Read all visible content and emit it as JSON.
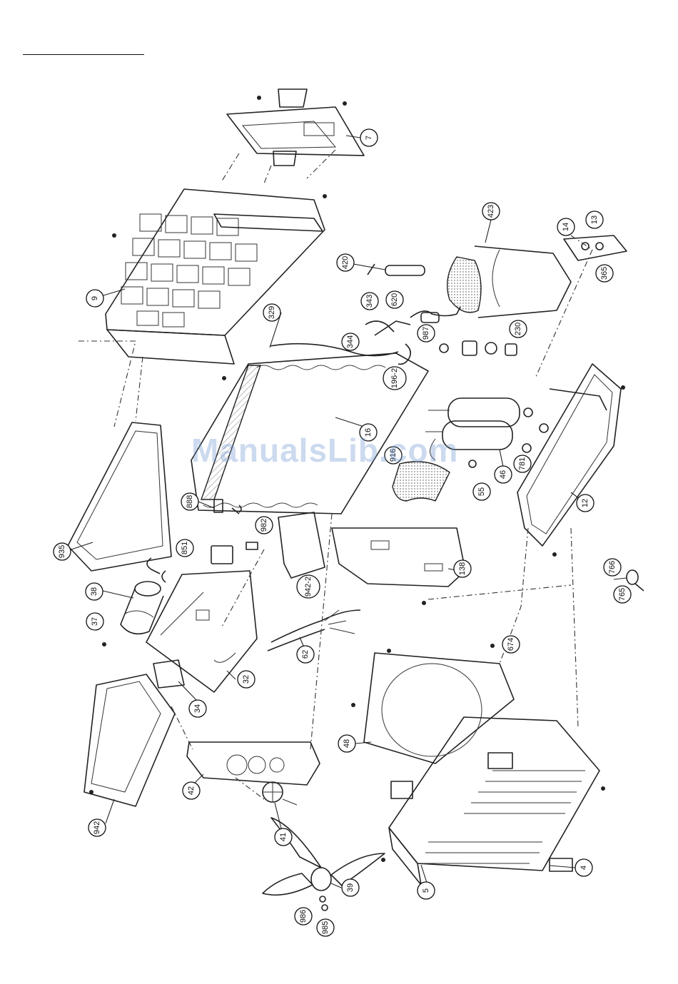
{
  "watermark": "ManualsLib.com",
  "callouts": [
    {
      "label": "7",
      "rot": -90
    },
    {
      "label": "9",
      "rot": -90
    },
    {
      "label": "423",
      "rot": -90
    },
    {
      "label": "14",
      "rot": -90
    },
    {
      "label": "13",
      "rot": -90
    },
    {
      "label": "365",
      "rot": -90
    },
    {
      "label": "420",
      "rot": -90
    },
    {
      "label": "343",
      "rot": -90
    },
    {
      "label": "620",
      "rot": -90
    },
    {
      "label": "329",
      "rot": -90
    },
    {
      "label": "344",
      "rot": -90
    },
    {
      "label": "987",
      "rot": -90
    },
    {
      "label": "230",
      "rot": -90
    },
    {
      "label": "196-2",
      "rot": -90
    },
    {
      "label": "16",
      "rot": -90
    },
    {
      "label": "916",
      "rot": -90
    },
    {
      "label": "46",
      "rot": -90
    },
    {
      "label": "781",
      "rot": -90
    },
    {
      "label": "55",
      "rot": -90
    },
    {
      "label": "12",
      "rot": -90
    },
    {
      "label": "935",
      "rot": -90
    },
    {
      "label": "888",
      "rot": -90
    },
    {
      "label": "982",
      "rot": -90
    },
    {
      "label": "851",
      "rot": -90
    },
    {
      "label": "942-2",
      "rot": -90
    },
    {
      "label": "138",
      "rot": -90
    },
    {
      "label": "766",
      "rot": -90
    },
    {
      "label": "765",
      "rot": -90
    },
    {
      "label": "38",
      "rot": -90
    },
    {
      "label": "37",
      "rot": -90
    },
    {
      "label": "62",
      "rot": -90
    },
    {
      "label": "674",
      "rot": -90
    },
    {
      "label": "32",
      "rot": -90
    },
    {
      "label": "34",
      "rot": -90
    },
    {
      "label": "48",
      "rot": -90
    },
    {
      "label": "942",
      "rot": -90
    },
    {
      "label": "42",
      "rot": -90
    },
    {
      "label": "41",
      "rot": -90
    },
    {
      "label": "39",
      "rot": -90
    },
    {
      "label": "986",
      "rot": -90
    },
    {
      "label": "985",
      "rot": -90
    },
    {
      "label": "5",
      "rot": -90
    },
    {
      "label": "4",
      "rot": -90
    }
  ]
}
